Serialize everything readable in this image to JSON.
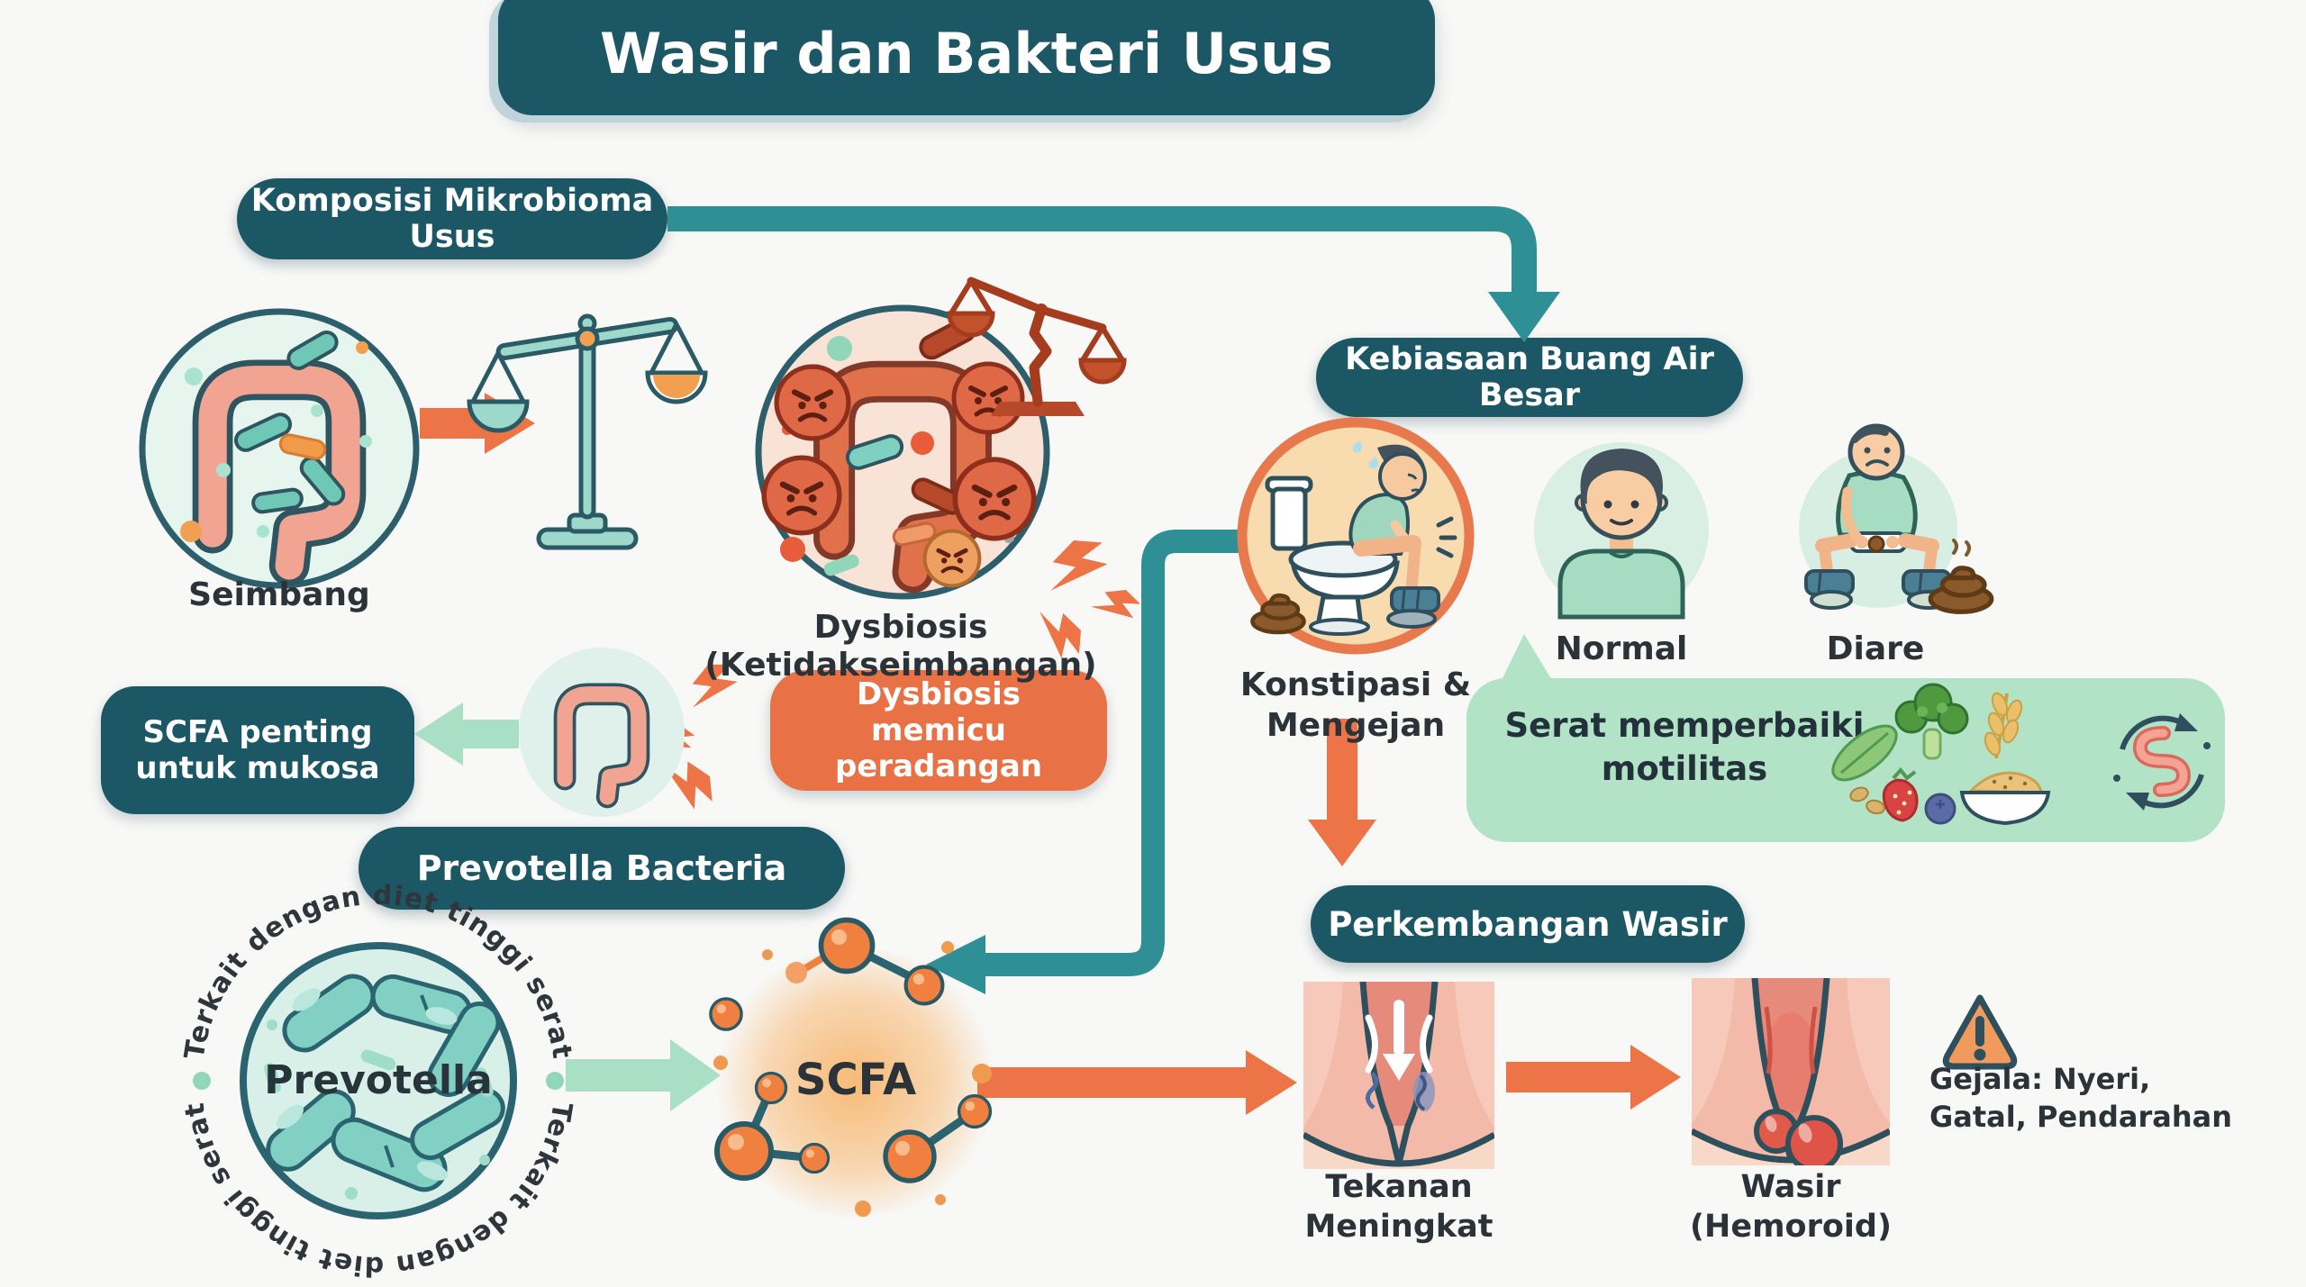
{
  "title": "Wasir dan Bakteri Usus",
  "palette": {
    "teal_dark": "#1c5766",
    "teal_arrow": "#2e8f94",
    "mint_arrow": "#a9dfc5",
    "orange": "#ed7446",
    "orange_box": "#e97146",
    "bubble_green": "#b2e3c6",
    "glow_orange": "#f7b770",
    "rust": "#a63c1e",
    "label_dark": "#2b3338"
  },
  "composition": {
    "header": "Komposisi Mikrobioma Usus",
    "balanced_label": "Seimbang",
    "dysbiosis_label": "Dysbiosis",
    "dysbiosis_sublabel": "(Ketidakseimbangan)",
    "scfa_note": "SCFA penting untuk mukosa",
    "inflammation_note": "Dysbiosis memicu peradangan"
  },
  "prevotella": {
    "header": "Prevotella Bacteria",
    "center_label": "Prevotella",
    "ring_text": "Terkait dengan diet tinggi serat",
    "scfa_label": "SCFA"
  },
  "bowel": {
    "header": "Kebiasaan Buang Air Besar",
    "constipation_line1": "Konstipasi &",
    "constipation_line2": "Mengejan",
    "normal_label": "Normal",
    "diarrhea_label": "Diare",
    "fiber_note": "Serat memperbaiki motilitas"
  },
  "wasir": {
    "header": "Perkembangan Wasir",
    "pressure_line1": "Tekanan",
    "pressure_line2": "Meningkat",
    "result_line1": "Wasir",
    "result_line2": "(Hemoroid)",
    "symptoms_line1": "Gejala: Nyeri,",
    "symptoms_line2": "Gatal, Pendarahan"
  },
  "icons": {
    "list": [
      "balanced-scale-icon",
      "broken-scale-icon",
      "intestine-icon",
      "angry-bacteria-icon",
      "lightning-icon",
      "molecule-icon",
      "toilet-straining-icon",
      "person-icon",
      "squatting-person-icon",
      "poop-icon",
      "fiber-foods-icon",
      "gut-motility-icon",
      "anal-pressure-icon",
      "hemorrhoid-icon",
      "warning-icon"
    ],
    "warning_glyph": "!"
  }
}
